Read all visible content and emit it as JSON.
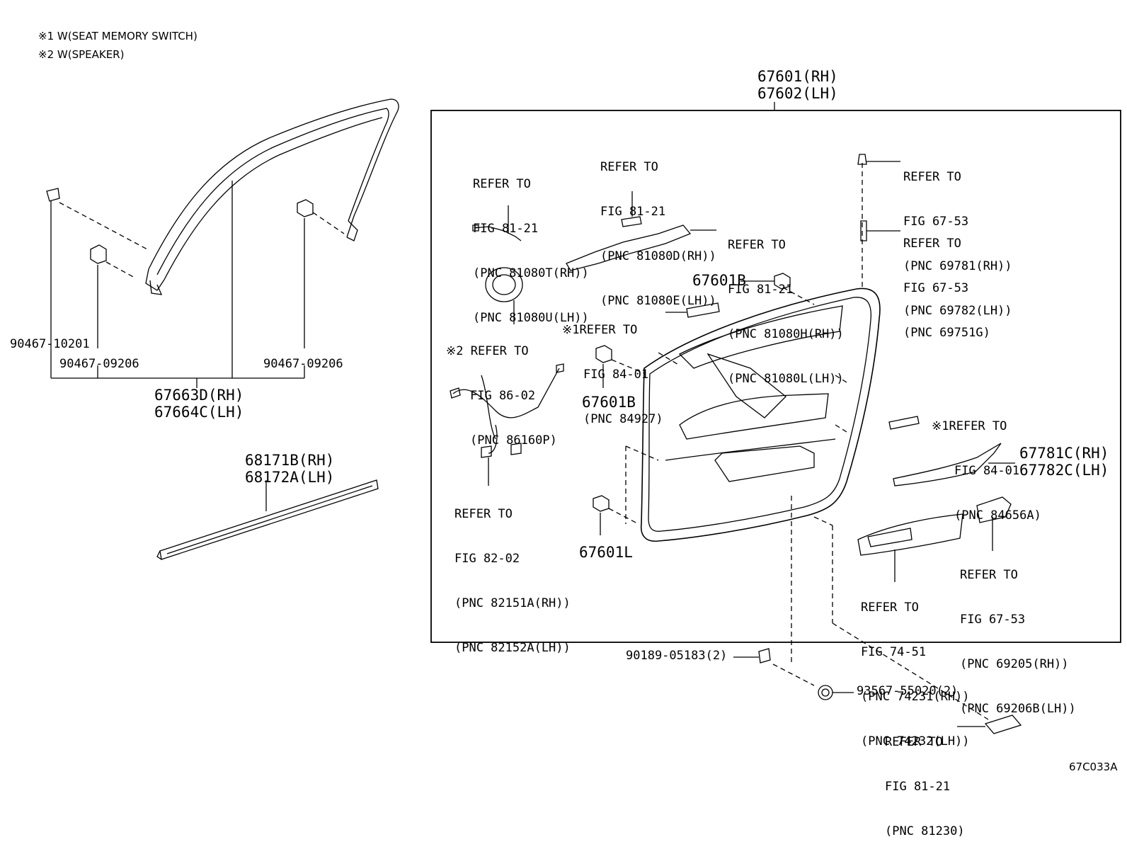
{
  "notes": {
    "note1": "※1 W(SEAT MEMORY SWITCH)",
    "note2": "※2 W(SPEAKER)"
  },
  "header_part": {
    "rh": "67601(RH)",
    "lh": "67602(LH)"
  },
  "left_parts": {
    "clip_a": "90467-10201",
    "clip_b": "90467-09206",
    "clip_c": "90467-09206",
    "weatherstrip_rh": "67663D(RH)",
    "weatherstrip_lh": "67664C(LH)",
    "belt_rh": "68171B(RH)",
    "belt_lh": "68172A(LH)"
  },
  "refs": {
    "r1": [
      "REFER TO",
      "FIG 81-21",
      "(PNC 81080T(RH))",
      "(PNC 81080U(LH))"
    ],
    "r2": [
      "REFER TO",
      "FIG 81-21",
      "(PNC 81080D(RH))",
      "(PNC 81080E(LH))"
    ],
    "r3": [
      "REFER TO",
      "FIG 67-53",
      "(PNC 69781(RH))",
      "(PNC 69782(LH))"
    ],
    "r4": [
      "REFER TO",
      "FIG 67-53",
      "(PNC 69751G)"
    ],
    "r5": [
      "REFER TO",
      "FIG 81-21",
      "(PNC 81080H(RH))",
      "(PNC 81080L(LH))"
    ],
    "r6": [
      "※1REFER TO",
      "FIG 84-01",
      "(PNC 84927)"
    ],
    "r7": [
      "※2 REFER TO",
      "FIG 86-02",
      "(PNC 86160P)"
    ],
    "r8": [
      "※1REFER TO",
      "FIG 84-01",
      "(PNC 84656A)"
    ],
    "r9": [
      "REFER TO",
      "FIG 82-02",
      "(PNC 82151A(RH))",
      "(PNC 82152A(LH))"
    ],
    "r10": [
      "REFER TO",
      "FIG 67-53",
      "(PNC 69205(RH))",
      "(PNC 69206B(LH))"
    ],
    "r11": [
      "REFER TO",
      "FIG 74-51",
      "(PNC 74231(RH))",
      "(PNC 74232(LH))"
    ],
    "r12": [
      "REFER TO",
      "FIG 81-21",
      "(PNC 81230)"
    ]
  },
  "box_parts": {
    "clip_67601b_top": "67601B",
    "clip_67601b_mid": "67601B",
    "clip_67601l": "67601L",
    "garnish_rh": "67781C(RH)",
    "garnish_lh": "67782C(LH)"
  },
  "bottom_parts": {
    "nut": "90189-05183(2)",
    "screw": "93567-55020(2)"
  },
  "figure_code": "67C033A"
}
